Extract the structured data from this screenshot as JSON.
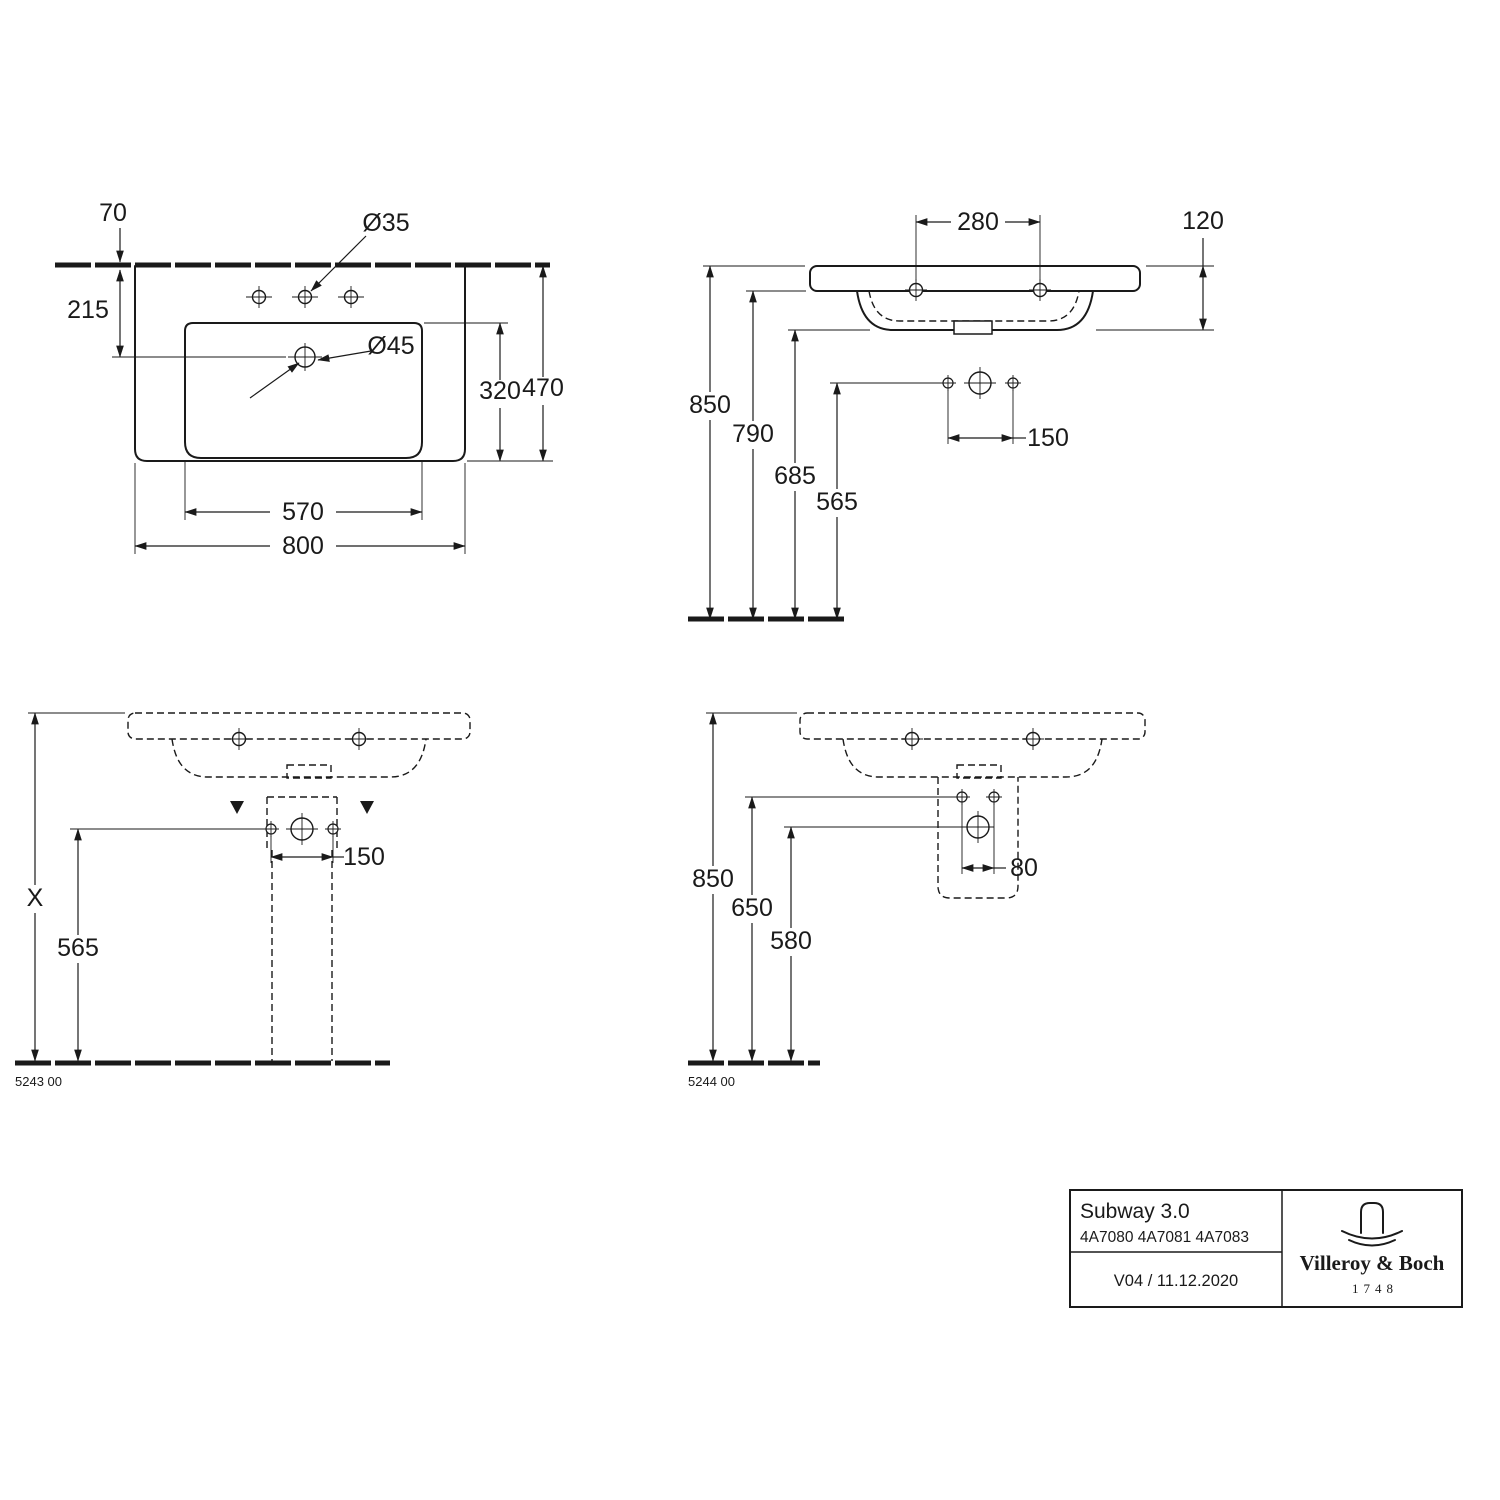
{
  "drawing": {
    "plan_view": {
      "dim_70": "70",
      "dim_215": "215",
      "dim_d35": "Ø35",
      "dim_d45": "Ø45",
      "dim_320": "320",
      "dim_470": "470",
      "dim_570": "570",
      "dim_800": "800"
    },
    "front_view": {
      "dim_280": "280",
      "dim_120": "120",
      "dim_850": "850",
      "dim_790": "790",
      "dim_685": "685",
      "dim_565": "565",
      "dim_150": "150"
    },
    "pedestal_view": {
      "dim_x": "X",
      "dim_565": "565",
      "dim_150": "150",
      "variant_code": "5243 00"
    },
    "shroud_view": {
      "dim_850": "850",
      "dim_650": "650",
      "dim_580": "580",
      "dim_80": "80",
      "variant_code": "5244 00"
    },
    "title_block": {
      "product_name": "Subway 3.0",
      "article_numbers": "4A7080 4A7081 4A7083",
      "version_date": "V04 / 11.12.2020",
      "brand_name": "Villeroy & Boch",
      "brand_year": "1748"
    },
    "colors": {
      "line": "#1a1a1a",
      "background": "#ffffff"
    }
  }
}
